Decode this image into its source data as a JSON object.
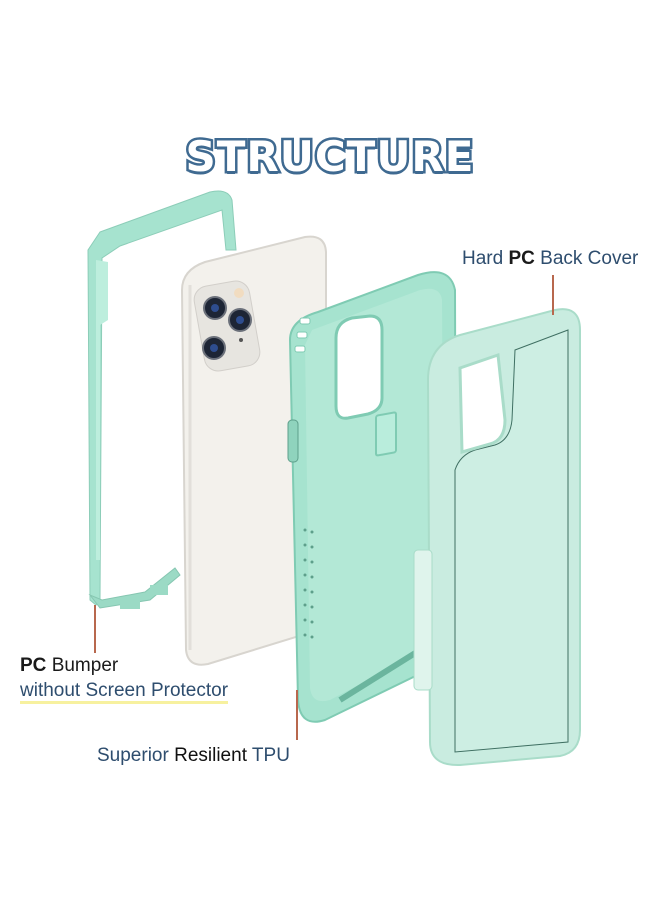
{
  "title": "STRUCTURE",
  "labels": {
    "back_cover": {
      "part1": "Hard",
      "part2": "PC",
      "part3": "Back Cover"
    },
    "bumper": {
      "part1": "PC",
      "part2": "Bumper",
      "line2": "without Screen Protector"
    },
    "tpu": {
      "part1": "Superior",
      "part2": "Resilient",
      "part3": "TPU"
    }
  },
  "colors": {
    "title_outline": "#3f6a91",
    "label_blue": "#2e4d6e",
    "mint": "#a6e3cf",
    "mint_dark": "#7fcbb3",
    "back_cover": "#c9ece0",
    "leader_line": "#b8684e",
    "phone_silver": "#f1efeb"
  },
  "components": [
    {
      "id": "pc-bumper",
      "name": "PC Bumper"
    },
    {
      "id": "phone",
      "name": "Phone"
    },
    {
      "id": "tpu-inner",
      "name": "Superior Resilient TPU"
    },
    {
      "id": "pc-back",
      "name": "Hard PC Back Cover"
    }
  ]
}
